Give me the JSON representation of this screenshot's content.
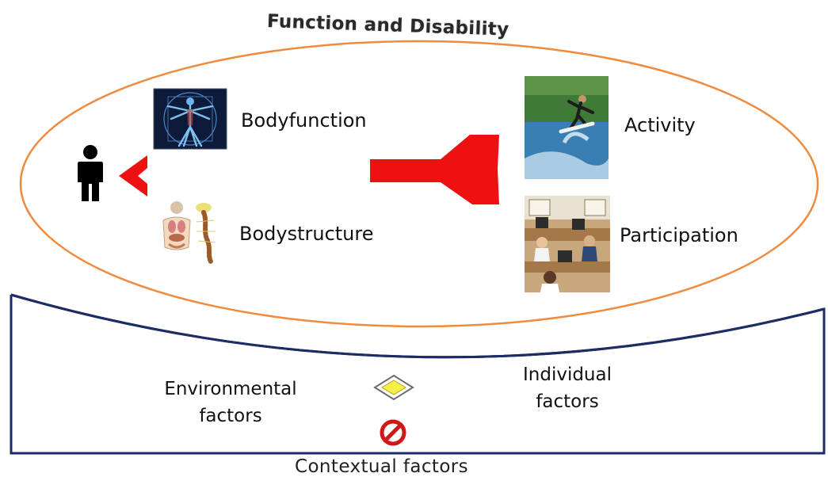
{
  "title": "Function and Disability",
  "upper": {
    "body_function_label": "Bodyfunction",
    "body_structure_label": "Bodystructure",
    "activity_label": "Activity",
    "participation_label": "Participation"
  },
  "lower": {
    "environmental_line1": "Environmental",
    "environmental_line2": "factors",
    "individual_line1": "Individual",
    "individual_line2": "factors",
    "contextual_label": "Contextual factors"
  },
  "icons": {
    "person": "person-icon",
    "body_function": "vitruvian-anatomy-image",
    "body_structure": "organs-anatomy-image",
    "activity": "wakeboarder-photo",
    "participation": "office-workers-photo",
    "diamond": "yellow-diamond-icon",
    "prohibition": "no-entry-icon"
  },
  "colors": {
    "ellipse": "#f08a3c",
    "arrow": "#ee1111",
    "context_line": "#1c2d66",
    "prohibition": "#d01818",
    "diamond": "#f5ef4a"
  }
}
